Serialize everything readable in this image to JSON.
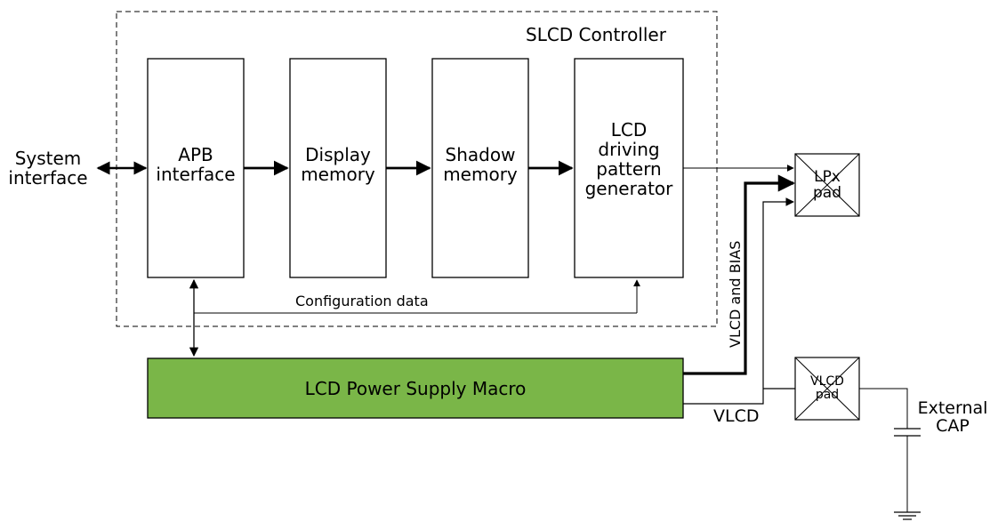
{
  "controller": {
    "title": "SLCD Controller"
  },
  "system_interface": {
    "line1": "System",
    "line2": "interface"
  },
  "blocks": {
    "apb": {
      "line1": "APB",
      "line2": "interface"
    },
    "display_memory": {
      "line1": "Display",
      "line2": "memory"
    },
    "shadow_memory": {
      "line1": "Shadow",
      "line2": "memory"
    },
    "pattern_generator": {
      "line1": "LCD",
      "line2": "driving",
      "line3": "pattern",
      "line4": "generator"
    }
  },
  "config_data": {
    "label": "Configuration data"
  },
  "power_macro": {
    "label": "LCD Power Supply Macro",
    "fill": "#7ab648"
  },
  "lpx_pad": {
    "line1": "LPx",
    "line2": "pad"
  },
  "vlcd_pad": {
    "line1": "VLCD",
    "line2": "pad"
  },
  "vlcd_bias": {
    "label": "VLCD and BIAS"
  },
  "vlcd": {
    "label": "VLCD"
  },
  "external_cap": {
    "line1": "External",
    "line2": "CAP"
  }
}
